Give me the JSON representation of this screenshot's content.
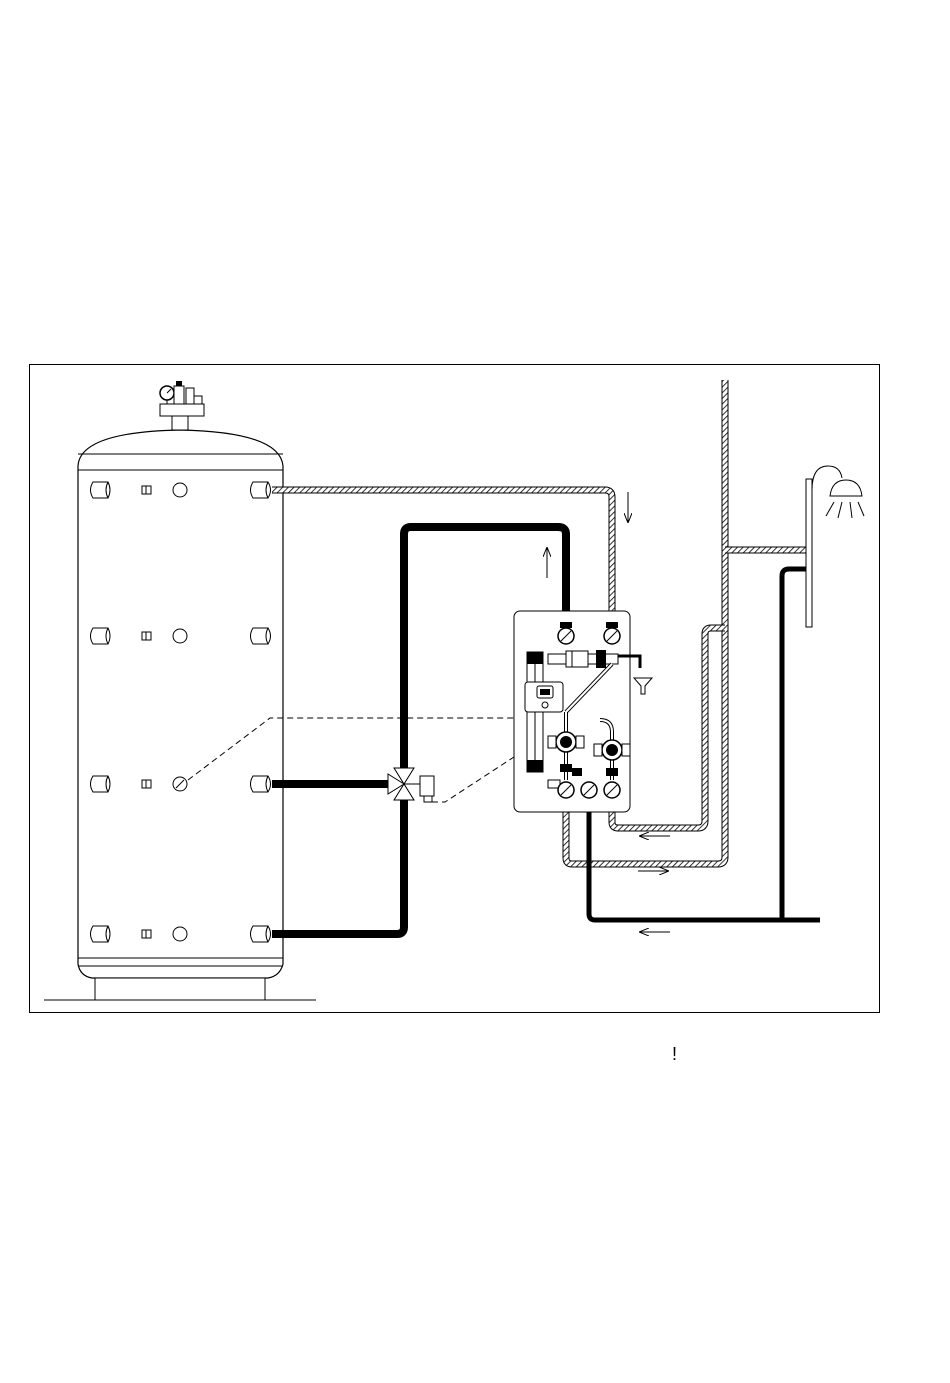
{
  "page": {
    "note_mark": "!"
  },
  "diagram": {
    "type": "hydraulic-schematic",
    "components": [
      "buffer-tank",
      "tank-safety-group",
      "three-way-mixing-valve",
      "valve-actuator",
      "fresh-water-station",
      "station-controller",
      "circulation-pump",
      "shower-outlet"
    ],
    "pipe_styles": {
      "heating_circuit": "#000000",
      "hot_water": "hatched-grey",
      "background": "#ffffff"
    },
    "flow_directions": {
      "hot_supply_down": "down",
      "heating_up": "up",
      "circulation_return": "left",
      "hot_out": "right",
      "cold_in": "left"
    }
  }
}
